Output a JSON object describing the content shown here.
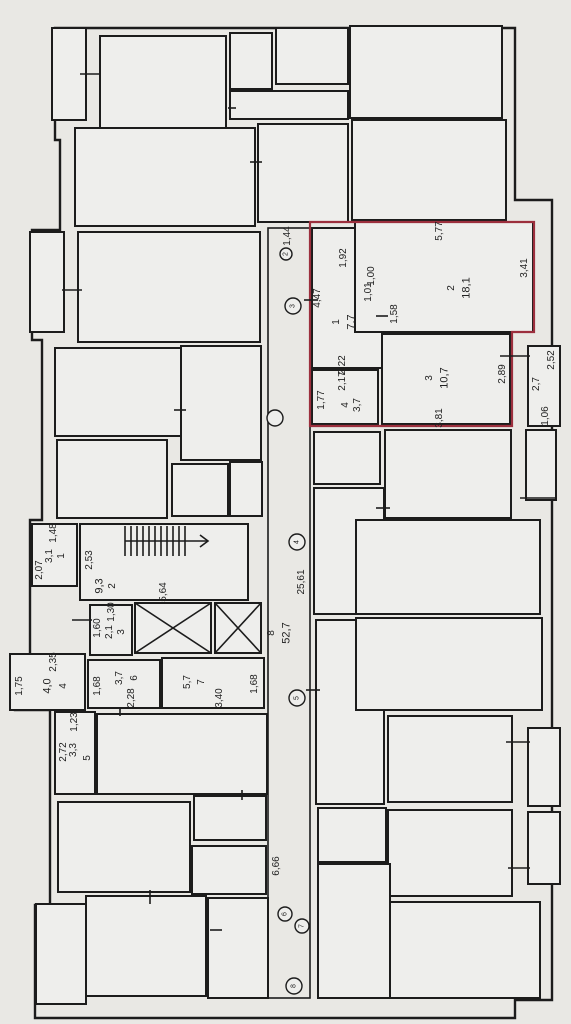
{
  "apartment": {
    "overall_width": "5,77",
    "right_depth": "3,41",
    "room_1": {
      "number": "1",
      "area": "7,7",
      "depth": "4,47",
      "width_top": "1,92",
      "width_bottom": "2,22"
    },
    "room_2": {
      "number": "2",
      "area": "18,1",
      "dim_a": "1,00",
      "dim_b": "1,01"
    },
    "room_3": {
      "number": "3",
      "area": "10,7",
      "width": "3,81",
      "depth": "2,89"
    },
    "room_4": {
      "number": "4",
      "area": "3,7",
      "depth": "1,77",
      "width": "2,17"
    },
    "partition_dim": "1,58",
    "balcony": {
      "a": "2,52",
      "b": "2,7",
      "c": "1,06"
    }
  },
  "corridor": {
    "number": "8",
    "area": "52,7",
    "length": "25,61",
    "top_dim": "1,44",
    "bottom_dim": "6,66"
  },
  "stair_rooms": [
    {
      "number": "1",
      "area": "3,1",
      "dim_a": "1,48",
      "dim_b": "2,07"
    },
    {
      "number": "2",
      "area": "9,3",
      "dim_a": "2,53",
      "dim_b": "5,64"
    },
    {
      "number": "3",
      "area": "2,1",
      "dim_a": "1,30",
      "dim_b": "1,60"
    },
    {
      "number": "4",
      "area": "4,0",
      "dim_a": "2,35",
      "dim_b": "1,75"
    },
    {
      "number": "5",
      "area": "3,3",
      "dim_a": "1,23",
      "dim_b": "2,72"
    },
    {
      "number": "6",
      "area": "3,7",
      "dim_a": "1,68",
      "dim_b": "2,28"
    },
    {
      "number": "7",
      "area": "5,7",
      "dim_a": "1,68",
      "dim_b": "3,40"
    }
  ],
  "axis_markers": [
    "2",
    "3",
    "4",
    "5",
    "6",
    "7",
    "8"
  ]
}
